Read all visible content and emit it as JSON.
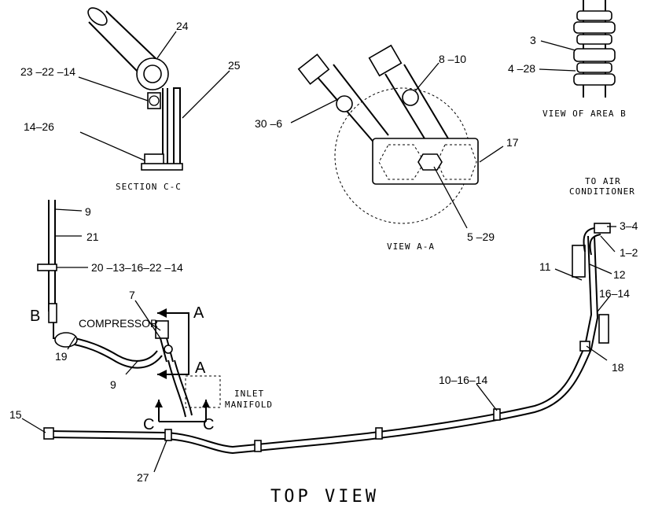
{
  "titles": {
    "top_view": "TOP VIEW",
    "section_cc": "SECTION C-C",
    "view_aa": "VIEW A-A",
    "view_area_b": "VIEW OF AREA B",
    "to_air_1": "TO AIR",
    "to_air_2": "CONDITIONER",
    "compressor": "COMPRESSOR",
    "inlet_1": "INLET",
    "inlet_2": "MANIFOLD"
  },
  "callouts": {
    "c24": "24",
    "c23_22_14": "23 –22 –14",
    "c25": "25",
    "c14_26": "14–26",
    "c30_6": "30 –6",
    "c8_10": "8 –10",
    "c17": "17",
    "c5_29": "5 –29",
    "c3_top": "3",
    "c4_28": "4 –28",
    "c9_top": "9",
    "c21": "21",
    "c20_13_16_22_14": "20 –13–16–22 –14",
    "c7": "7",
    "c19": "19",
    "c9_bottom": "9",
    "c15": "15",
    "c27": "27",
    "c10_16_14": "10–16–14",
    "c11": "11",
    "c12": "12",
    "c16_14": "16–14",
    "c18": "18",
    "c3_4": "3–4",
    "c1_2": "1–2"
  },
  "section_marks": {
    "a1": "A",
    "a2": "A",
    "b": "B",
    "c1": "C",
    "c2": "C"
  }
}
